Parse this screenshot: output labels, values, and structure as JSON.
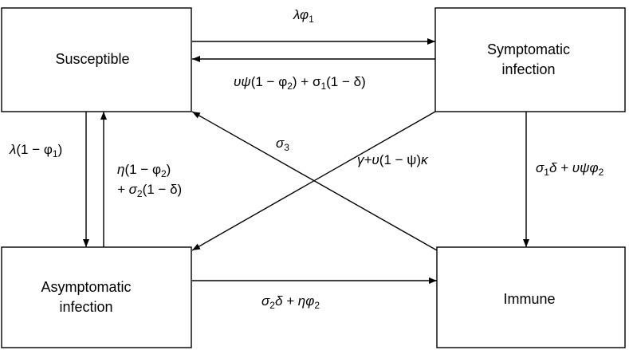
{
  "nodes": {
    "susceptible": {
      "label": "Susceptible"
    },
    "symptomatic": {
      "line1": "Symptomatic",
      "line2": "infection"
    },
    "asymptomatic": {
      "line1": "Asymptomatic",
      "line2": "infection"
    },
    "immune": {
      "label": "Immune"
    }
  },
  "edges": {
    "s_to_sym": {
      "t1": "λφ",
      "sub1": "1"
    },
    "sym_to_s": {
      "t1": "υψ",
      "t2": "(1 − φ",
      "sub1": "2",
      "t3": ") + σ",
      "sub2": "1",
      "t4": "(1 − δ)"
    },
    "s_to_asym": {
      "t1": "λ",
      "t2": "(1 − φ",
      "sub1": "1",
      "t3": ")"
    },
    "asym_to_s": {
      "line1": {
        "t1": "η",
        "t2": "(1 − φ",
        "sub1": "2",
        "t3": ")"
      },
      "line2": {
        "t1": "+ σ",
        "sub1": "2",
        "t2": "(1 − δ)"
      }
    },
    "sym_to_immune": {
      "t1": "σ",
      "sub1": "1",
      "t2": "δ + υψφ",
      "sub2": "2"
    },
    "asym_to_immune": {
      "t1": "σ",
      "sub1": "2",
      "t2": "δ + ηφ",
      "sub2": "2"
    },
    "immune_to_s": {
      "t1": "σ",
      "sub1": "3"
    },
    "sym_to_asym": {
      "t1": "γ+υ",
      "t2": "(1 − ψ)",
      "t3": "κ"
    }
  },
  "colors": {
    "stroke": "#000000",
    "background": "#ffffff"
  }
}
